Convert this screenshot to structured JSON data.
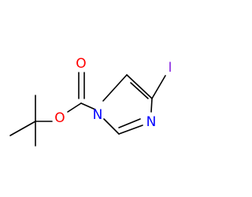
{
  "molecule": {
    "colors": {
      "bond": "#000000",
      "oxygen": "#ff0000",
      "nitrogen": "#0000ff",
      "iodine": "#8a2be2"
    },
    "atoms": {
      "carbonyl_oxygen": "O",
      "ester_oxygen": "O",
      "nitrogen_1": "N",
      "nitrogen_3": "N",
      "iodine": "I"
    }
  }
}
